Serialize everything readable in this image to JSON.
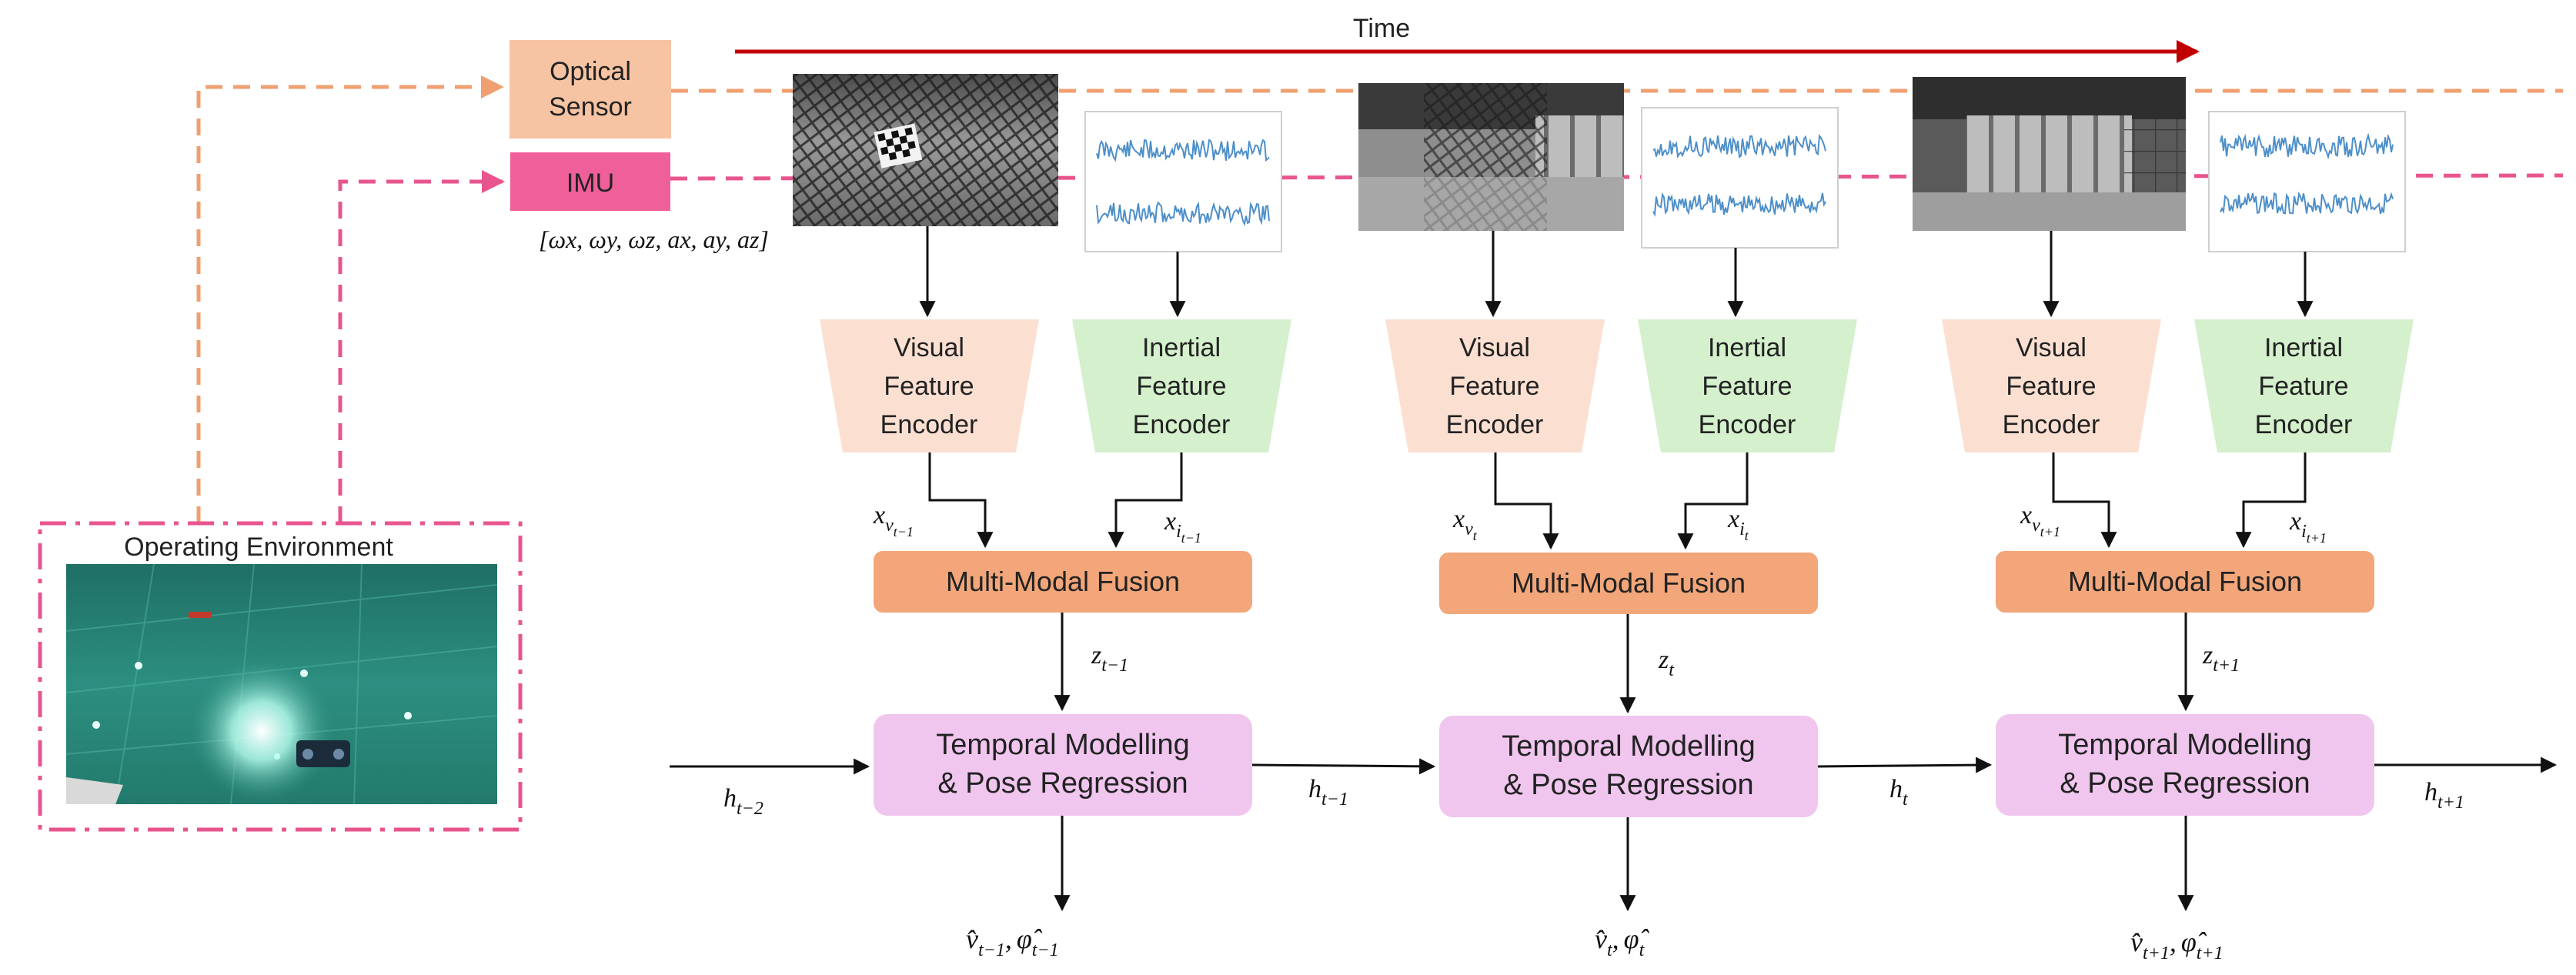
{
  "time_label": "Time",
  "sensors": {
    "optical_line1": "Optical",
    "optical_line2": "Sensor",
    "imu": "IMU",
    "imu_vector": "[ωx, ωy, ωz, ax, ay, az]"
  },
  "environment": {
    "title": "Operating Environment"
  },
  "encoders": {
    "visual": [
      "Visual",
      "Feature",
      "Encoder"
    ],
    "inertial": [
      "Inertial",
      "Feature",
      "Encoder"
    ]
  },
  "fusion_label": "Multi-Modal Fusion",
  "temporal_label_line1": "Temporal Modelling",
  "temporal_label_line2": "& Pose Regression",
  "steps": [
    {
      "xv": {
        "base": "x",
        "sub1": "v",
        "sub2": "t−1"
      },
      "xi": {
        "base": "x",
        "sub1": "i",
        "sub2": "t−1"
      },
      "z": {
        "base": "z",
        "sub": "t−1"
      },
      "h_in": {
        "base": "h",
        "sub": "t−2"
      },
      "output": {
        "v": "v̂",
        "vsub": "t−1",
        "sep": ",",
        "phi": "φ̂",
        "phisub": "t−1"
      }
    },
    {
      "xv": {
        "base": "x",
        "sub1": "v",
        "sub2": "t"
      },
      "xi": {
        "base": "x",
        "sub1": "i",
        "sub2": "t"
      },
      "z": {
        "base": "z",
        "sub": "t"
      },
      "h_in": {
        "base": "h",
        "sub": "t−1"
      },
      "output": {
        "v": "v̂",
        "vsub": "t",
        "sep": ",",
        "phi": "φ̂",
        "phisub": "t"
      }
    },
    {
      "xv": {
        "base": "x",
        "sub1": "v",
        "sub2": "t+1"
      },
      "xi": {
        "base": "x",
        "sub1": "i",
        "sub2": "t+1"
      },
      "z": {
        "base": "z",
        "sub": "t+1"
      },
      "h_in": {
        "base": "h",
        "sub": "t"
      },
      "output": {
        "v": "v̂",
        "vsub": "t+1",
        "sep": ",",
        "phi": "φ̂",
        "phisub": "t+1"
      }
    }
  ],
  "h_out": {
    "base": "h",
    "sub": "t+1"
  },
  "colors": {
    "optical": "#f6c3a3",
    "optical_line": "#f0a070",
    "imu": "#ef5f99",
    "imu_line": "#e8558e",
    "time_arrow": "#c00000",
    "visual_encoder": "#fbe0d2",
    "inertial_encoder": "#d4f0cc",
    "fusion": "#f2a679",
    "temporal": "#f0c6ef",
    "water": "#2c8f80",
    "env_border": "#e8558e"
  }
}
